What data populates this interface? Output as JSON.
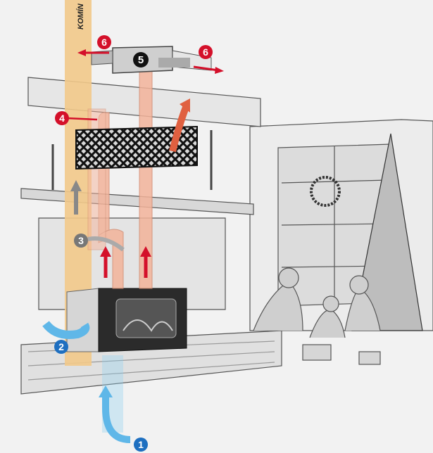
{
  "chimney_label": "KOMÍN",
  "markers": [
    {
      "id": "1",
      "color": "#1e6fc0",
      "text_color": "#ffffff"
    },
    {
      "id": "2",
      "color": "#1e6fc0",
      "text_color": "#ffffff"
    },
    {
      "id": "3",
      "color": "#777777",
      "text_color": "#ffffff"
    },
    {
      "id": "4",
      "color": "#d4102a",
      "text_color": "#ffffff"
    },
    {
      "id": "5",
      "color": "#111111",
      "text_color": "#ffffff"
    },
    {
      "id": "6",
      "color": "#d4102a",
      "text_color": "#ffffff"
    }
  ],
  "colors": {
    "chimney": "#f2c98a",
    "pipe": "#f3b39a",
    "cold_air": "#5fb7e8",
    "hot_air": "#e06040",
    "arrow_red": "#d4102a",
    "grille": "#111111",
    "drawing_ink": "#333333"
  }
}
